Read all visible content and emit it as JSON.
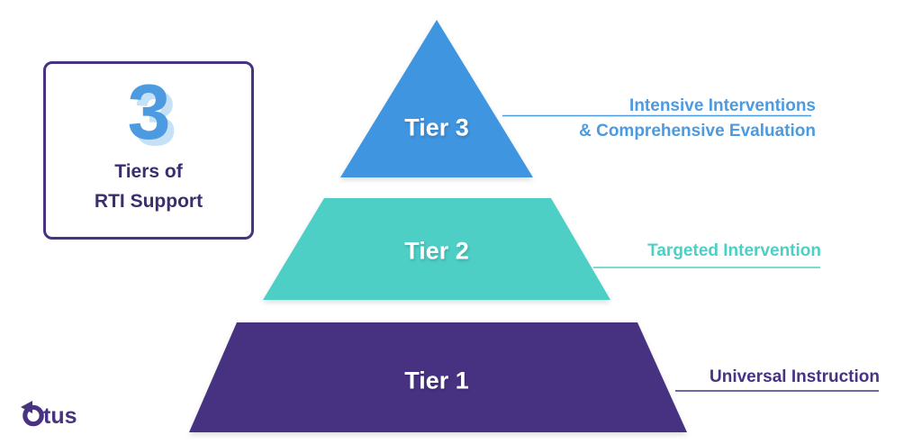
{
  "colors": {
    "tier3": "#3f95e0",
    "tier2": "#4ecfc6",
    "tier1": "#473382",
    "background": "#ffffff",
    "card_border": "#473382",
    "card_text": "#3b2d6e",
    "number": "#4c9ae0",
    "number_shadow": "#c6e1f6",
    "logo": "#473382"
  },
  "summary_card": {
    "number": "3",
    "caption_line1": "Tiers of",
    "caption_line2": "RTI Support"
  },
  "pyramid": {
    "tiers": [
      {
        "id": "tier-3",
        "label": "Tier 3",
        "color": "#3f95e0",
        "description_line1": "Intensive Interventions",
        "description_line2": "& Comprehensive Evaluation"
      },
      {
        "id": "tier-2",
        "label": "Tier 2",
        "color": "#4ecfc6",
        "description_line1": "Targeted Intervention",
        "description_line2": ""
      },
      {
        "id": "tier-1",
        "label": "Tier 1",
        "color": "#473382",
        "description_line1": "Universal Instruction",
        "description_line2": ""
      }
    ]
  },
  "logo": {
    "name": "otus-logo",
    "text": "tus"
  }
}
